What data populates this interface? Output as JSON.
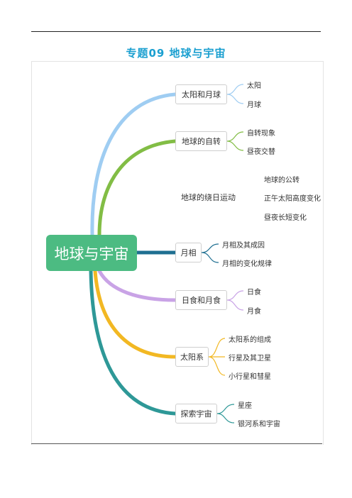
{
  "page_title": "专题09 地球与宇宙",
  "colors": {
    "title": "#1a9fd0",
    "root": "#4cbb82",
    "branch_sun_moon": "#9fcdf2",
    "branch_rotation": "#82bd45",
    "branch_moon_phase": "#1f6f91",
    "branch_eclipse": "#c9a3e6",
    "branch_solar_system": "#f2b823",
    "branch_explore": "#2e9897"
  },
  "mindmap": {
    "root": "地球与宇宙",
    "branches": [
      {
        "label": "太阳和月球",
        "children": [
          "太阳",
          "月球"
        ]
      },
      {
        "label": "地球的自转",
        "children": [
          "自转现象",
          "昼夜交替"
        ]
      },
      {
        "label": "地球的绕日运动",
        "children": [
          "地球的公转",
          "正午太阳高度变化",
          "昼夜长短变化"
        ]
      },
      {
        "label": "月相",
        "children": [
          "月相及其成因",
          "月相的变化规律"
        ]
      },
      {
        "label": "日食和月食",
        "children": [
          "日食",
          "月食"
        ]
      },
      {
        "label": "太阳系",
        "children": [
          "太阳系的组成",
          "行星及其卫星",
          "小行星和彗星"
        ]
      },
      {
        "label": "探索宇宙",
        "children": [
          "星座",
          "银河系和宇宙"
        ]
      }
    ]
  }
}
